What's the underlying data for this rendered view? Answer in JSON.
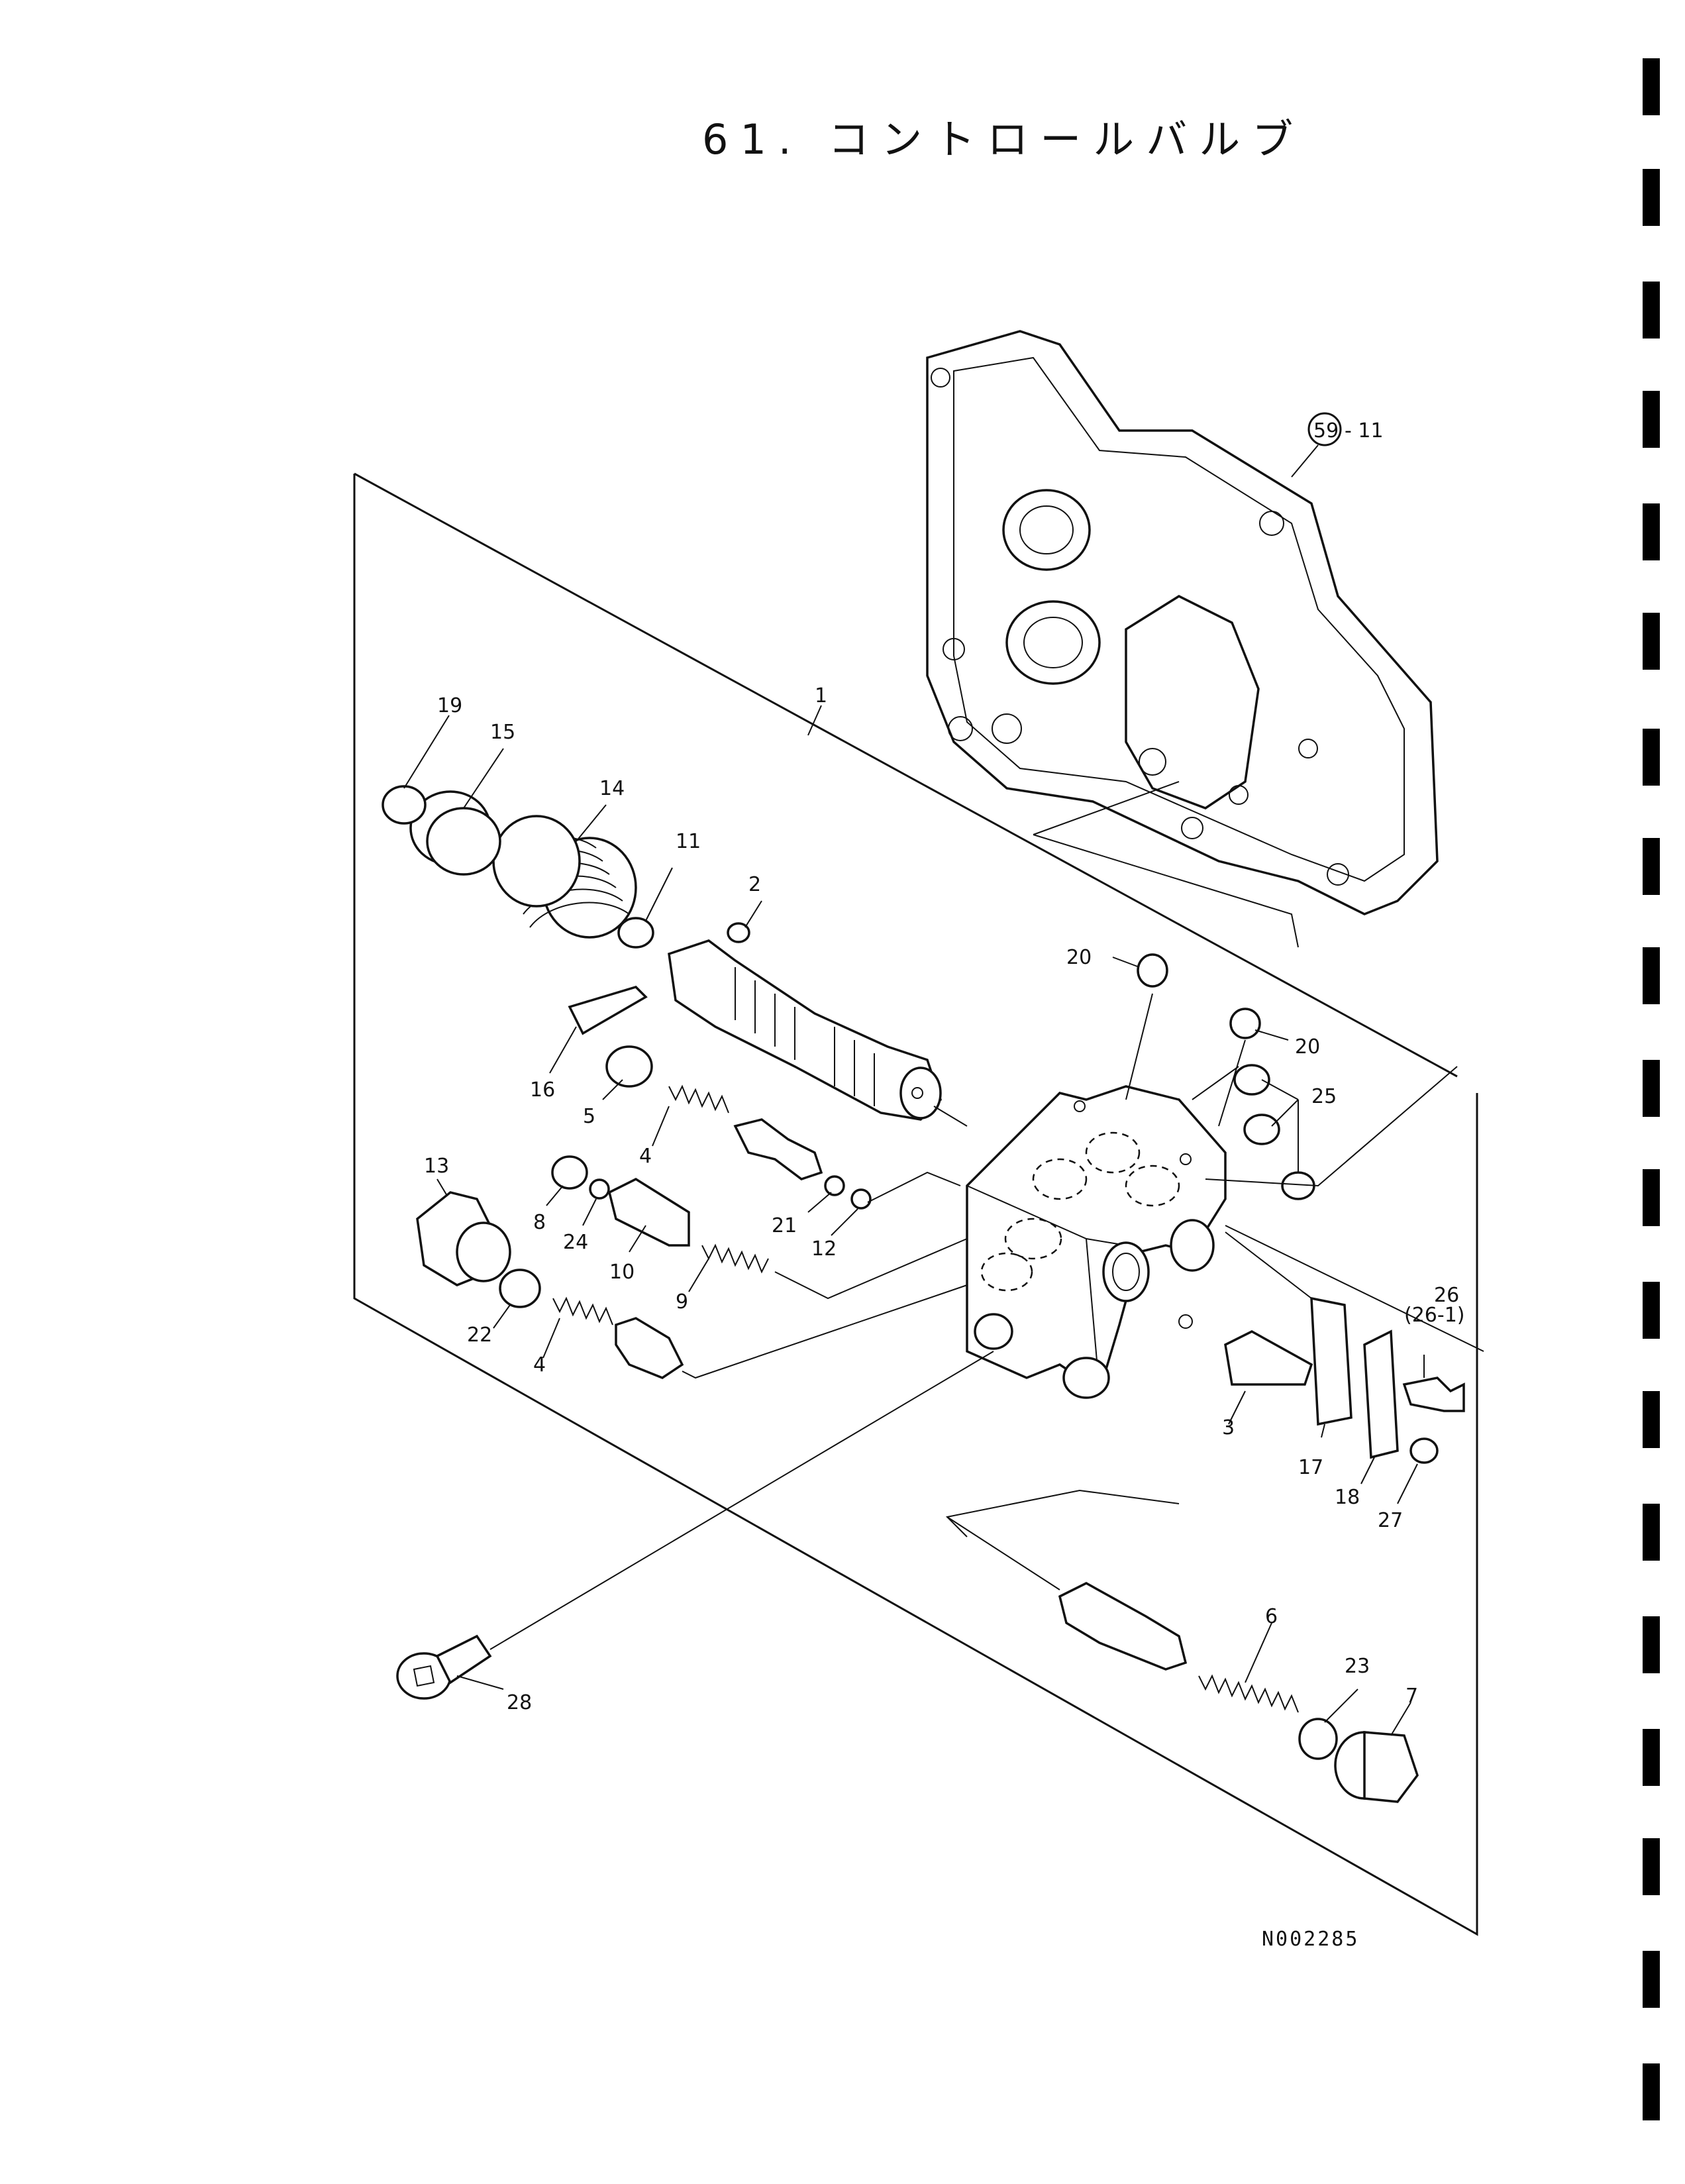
{
  "title": "61. コントロールバルブ",
  "drawing_number": "N002285",
  "callouts": {
    "ref_circle": "59",
    "ref_suffix": "- 11",
    "c1": "1",
    "c2": "2",
    "c3": "3",
    "c4a": "4",
    "c4b": "4",
    "c5": "5",
    "c6": "6",
    "c7": "7",
    "c8": "8",
    "c9": "9",
    "c10": "10",
    "c11": "11",
    "c12": "12",
    "c13": "13",
    "c14": "14",
    "c15": "15",
    "c16": "16",
    "c17": "17",
    "c18": "18",
    "c19": "19",
    "c20a": "20",
    "c20b": "20",
    "c21": "21",
    "c22": "22",
    "c23": "23",
    "c24": "24",
    "c25": "25",
    "c26": "26",
    "c26alt": "(26-1)",
    "c27": "27",
    "c28": "28"
  }
}
